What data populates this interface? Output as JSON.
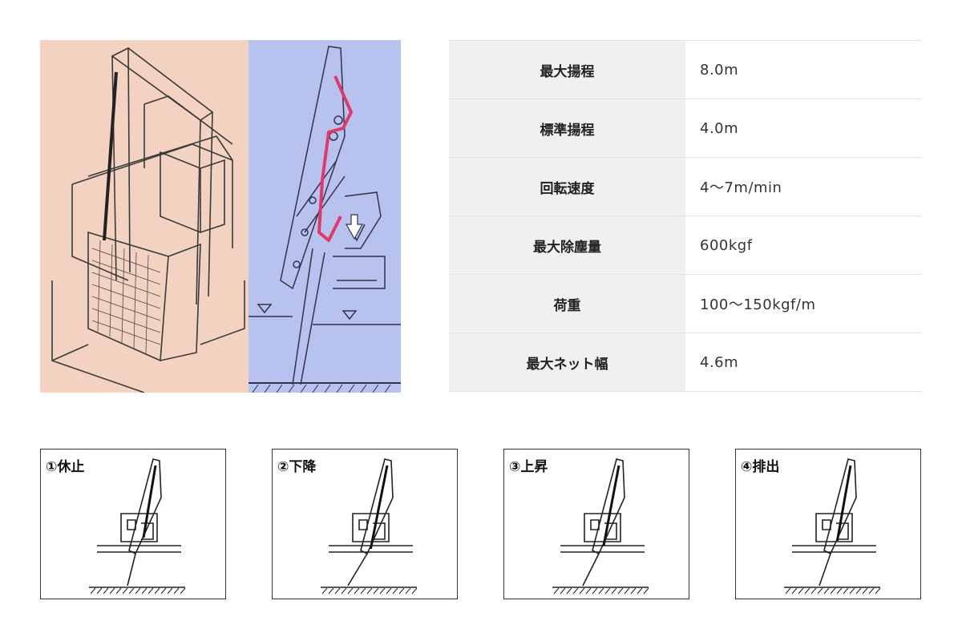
{
  "specs": [
    {
      "label": "最大揚程",
      "value": "8.0m"
    },
    {
      "label": "標準揚程",
      "value": "4.0m"
    },
    {
      "label": "回転速度",
      "value": "4〜7m/min"
    },
    {
      "label": "最大除塵量",
      "value": "600kgf"
    },
    {
      "label": "荷重",
      "value": "100〜150kgf/m"
    },
    {
      "label": "最大ネット幅",
      "value": "4.6m"
    }
  ],
  "steps": [
    {
      "label": "①休止"
    },
    {
      "label": "②下降"
    },
    {
      "label": "③上昇"
    },
    {
      "label": "④排出"
    }
  ],
  "colors": {
    "left_photo_bg": "#f3d2c2",
    "right_photo_bg": "#b8c2ee",
    "highlight_path": "#e0386a"
  }
}
